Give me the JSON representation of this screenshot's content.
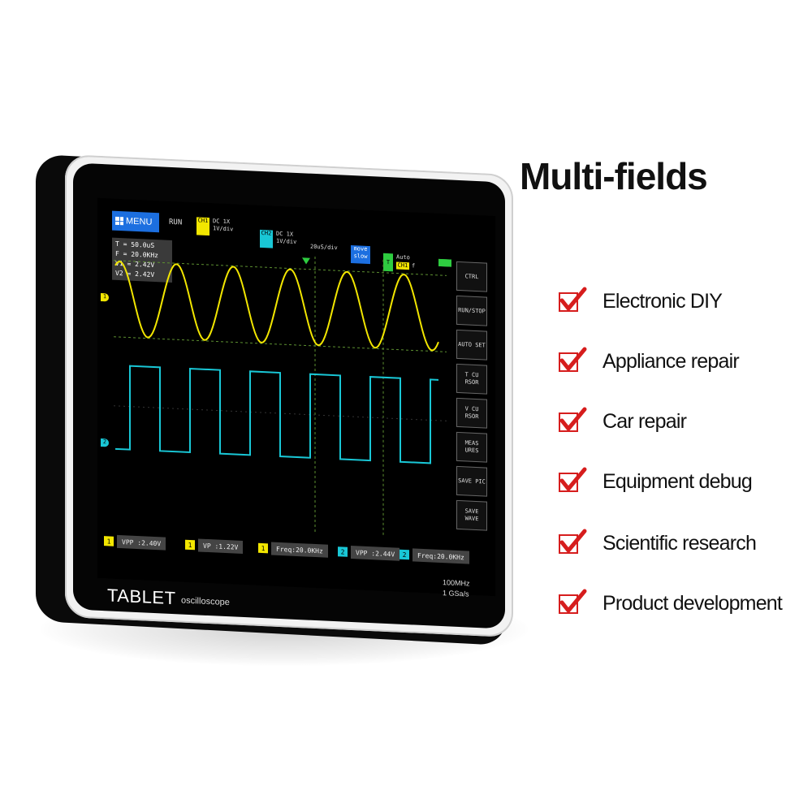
{
  "headline": "Multi-fields",
  "features": [
    "Electronic DIY",
    "Appliance repair",
    "Car repair",
    "Equipment debug",
    "Scientific research",
    "Product development"
  ],
  "device": {
    "brand": "TABLET",
    "brand_sub": "oscilloscope",
    "bandwidth": "100MHz",
    "sample_rate": "1 GSa/s"
  },
  "screen": {
    "menu_label": "MENU",
    "run_status": "RUN",
    "ch1_tag": "CH1",
    "ch1_setting": "DC 1X",
    "ch1_scale": "1V/div",
    "ch2_tag": "CH2",
    "ch2_setting": "DC 1X",
    "ch2_scale": "1V/div",
    "timebase": "20uS/div",
    "move_label": "move",
    "move_speed": "slow",
    "trigger_tag": "T",
    "trigger_mode": "Auto",
    "trigger_source": "CH1",
    "trigger_edge": "f",
    "info": [
      "T = 50.0uS",
      "F = 20.0KHz",
      "V1 = 2.42V",
      "V2 = 2.42V"
    ],
    "ch1_marker": "1",
    "ch2_marker": "2",
    "side_buttons": [
      "CTRL",
      "RUN/STOP",
      "AUTO SET",
      "T CU RSOR",
      "V CU RSOR",
      "MEAS URES",
      "SAVE PIC",
      "SAVE WAVE"
    ],
    "measurements": [
      {
        "ch": "1",
        "label": "VPP :2.40V"
      },
      {
        "ch": "1",
        "label": "VP :1.22V"
      },
      {
        "ch": "1",
        "label": "Freq:20.0KHz"
      },
      {
        "ch": "2",
        "label": "VPP :2.44V"
      },
      {
        "ch": "2",
        "label": "Freq:20.0KHz"
      }
    ]
  },
  "colors": {
    "ch1": "#f2e600",
    "ch2": "#19c7d6",
    "menu": "#1c6fe0",
    "check": "#d61d1d",
    "trigger": "#2ecc40"
  },
  "icons": [
    "menu-grid-icon",
    "battery-icon",
    "trigger-arrow-icon",
    "checkbox-check-icon"
  ]
}
